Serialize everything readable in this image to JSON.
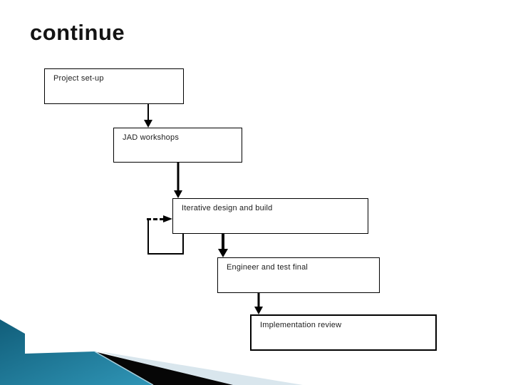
{
  "slide": {
    "title": "continue"
  },
  "flowchart": {
    "boxes": [
      {
        "name": "project-setup",
        "label": "Project set-up"
      },
      {
        "name": "jad-workshops",
        "label": "JAD workshops"
      },
      {
        "name": "iterative-design-build",
        "label": "Iterative design and build"
      },
      {
        "name": "engineer-test-final",
        "label": "Engineer and test final"
      },
      {
        "name": "implementation-review",
        "label": "Implementation review"
      }
    ],
    "flow_order": "Project set-up > JAD workshops > Iterative design and build > Engineer and test final > Implementation review",
    "iteration_loop": "dashed feedback arrow re-entering Iterative design and build"
  },
  "decoration": {
    "teal_dark": "#115e7a",
    "teal_light": "#2f95b6",
    "wedge_black": "#060606",
    "pale_blue": "#d9e6ed",
    "edge_light": "#a9cfdd"
  }
}
